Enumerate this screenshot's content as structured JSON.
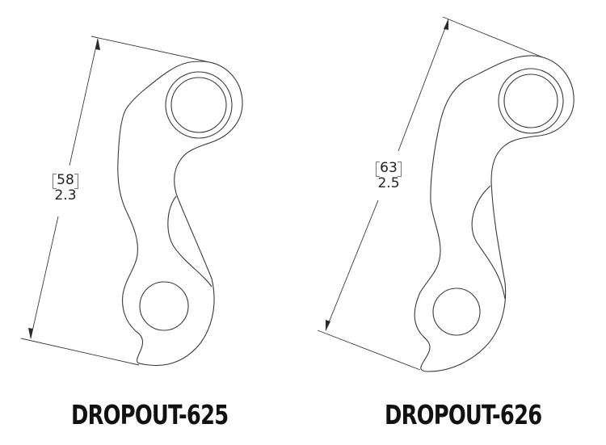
{
  "parts": [
    {
      "id": "625",
      "caption": "DROPOUT-625",
      "dimension": {
        "metric": "58",
        "imperial": "2.3"
      }
    },
    {
      "id": "626",
      "caption": "DROPOUT-626",
      "dimension": {
        "metric": "63",
        "imperial": "2.5"
      }
    }
  ],
  "colors": {
    "line": "#3a3a3a",
    "text": "#111111",
    "background": "#ffffff"
  }
}
